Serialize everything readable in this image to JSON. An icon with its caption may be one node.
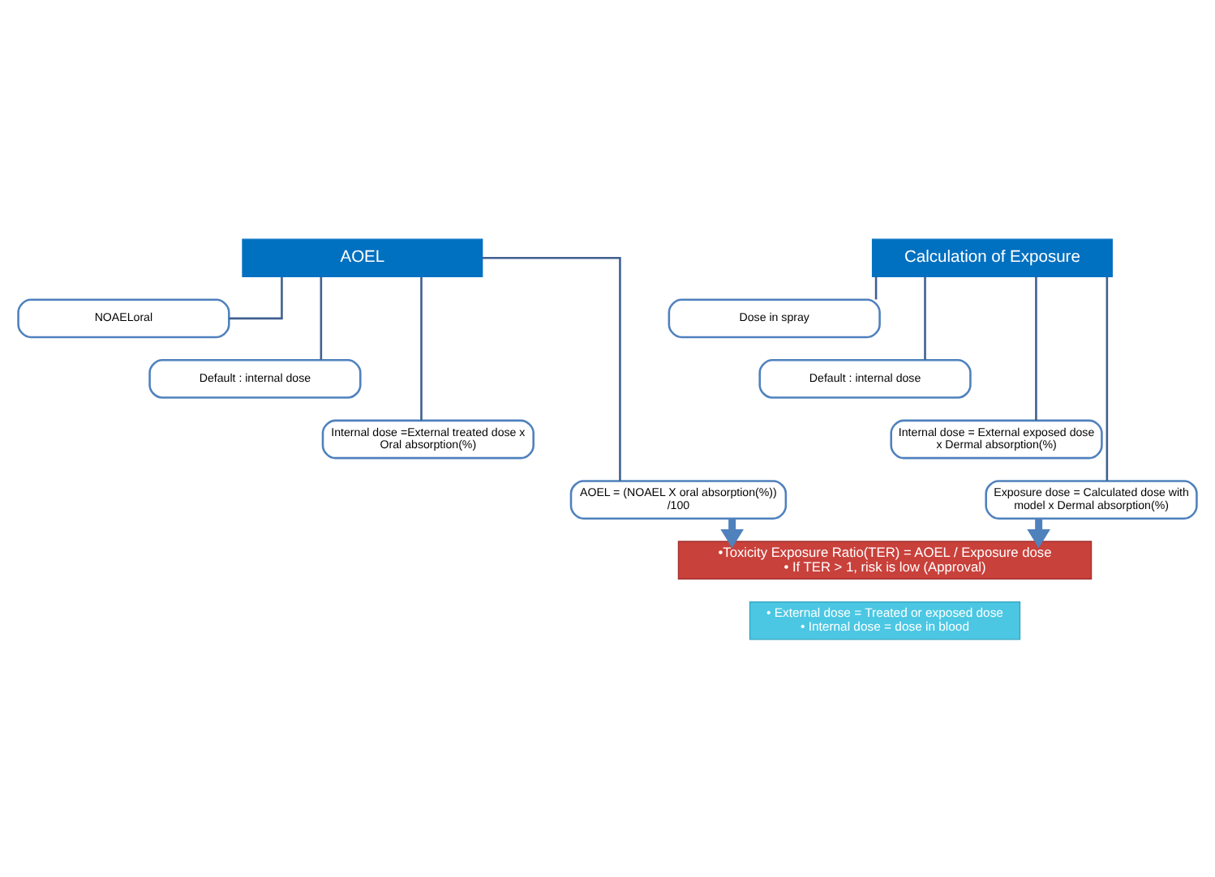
{
  "diagram": {
    "nodes": [
      {
        "text": [
          "AOEL"
        ]
      },
      {
        "text": [
          "NOAELoral"
        ]
      },
      {
        "text": [
          "Default : internal dose"
        ]
      },
      {
        "text": [
          "Internal dose =External treated dose x Oral absorption(%)"
        ]
      },
      {
        "text": [
          "AOEL = (NOAEL X oral absorption(%)) /100"
        ]
      },
      {
        "text": [
          "Calculation of Exposure"
        ]
      },
      {
        "text": [
          "Dose in spray"
        ]
      },
      {
        "text": [
          "Default : internal dose"
        ]
      },
      {
        "text": [
          "Internal dose = External exposed dose x Dermal absorption(%)"
        ]
      },
      {
        "text": [
          "Exposure dose = Calculated dose with model x Dermal absorption(%)"
        ]
      },
      {
        "text": [
          "•Toxicity Exposure Ratio(TER) = AOEL / Exposure dose",
          "• If TER > 1, risk is low (Approval)"
        ]
      },
      {
        "text": [
          "• External dose = Treated or exposed dose",
          "• Internal dose = dose in blood"
        ]
      }
    ],
    "edges": [
      {
        "from": 0,
        "to": 1,
        "arrow": "none"
      },
      {
        "from": 0,
        "to": 2,
        "arrow": "none"
      },
      {
        "from": 0,
        "to": 3,
        "arrow": "none"
      },
      {
        "from": 0,
        "to": 4,
        "arrow": "none"
      },
      {
        "from": 5,
        "to": 6,
        "arrow": "none"
      },
      {
        "from": 5,
        "to": 7,
        "arrow": "none"
      },
      {
        "from": 5,
        "to": 8,
        "arrow": "none"
      },
      {
        "from": 5,
        "to": 9,
        "arrow": "none"
      },
      {
        "from": 4,
        "to": 10,
        "arrow": "to",
        "style": "thick",
        "color": "#4f81bd"
      },
      {
        "from": 9,
        "to": 10,
        "arrow": "to",
        "style": "thick",
        "color": "#4f81bd"
      }
    ]
  }
}
